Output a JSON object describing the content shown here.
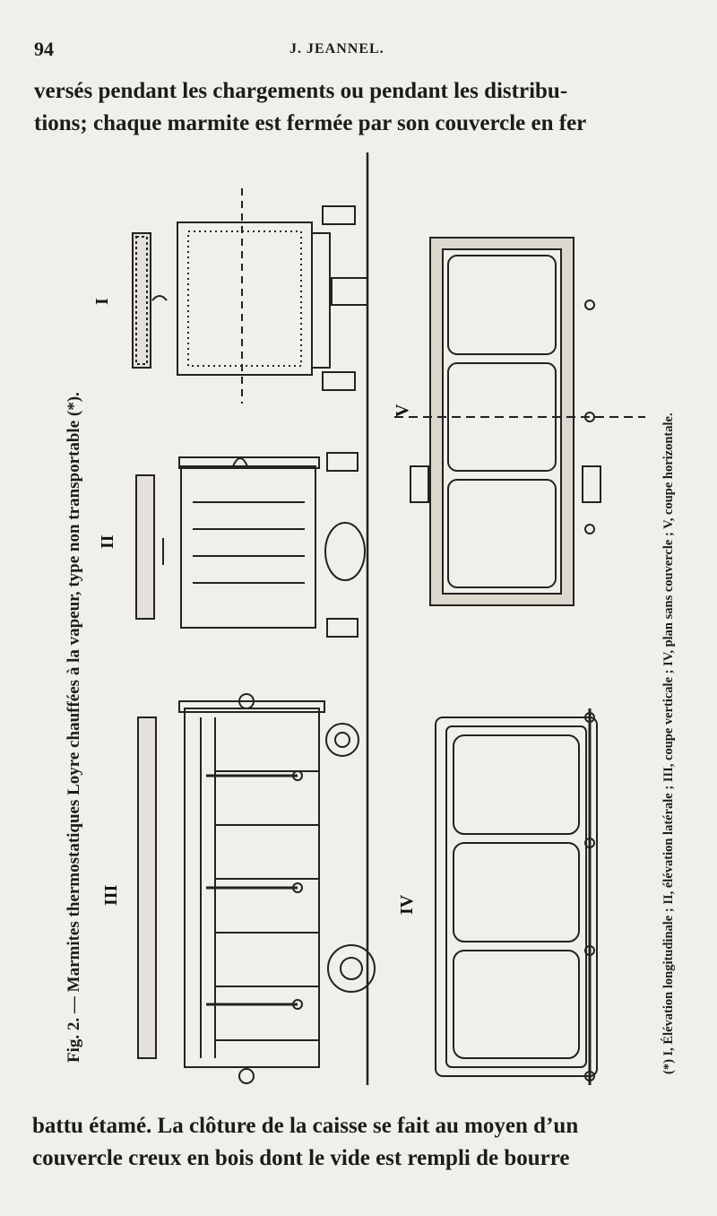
{
  "header": {
    "page_number": "94",
    "running_head": "J. JEANNEL."
  },
  "text_top": {
    "line1": "versés pendant les chargements ou pendant les distribu-",
    "line2": "tions; chaque marmite est fermée par son couvercle en fer"
  },
  "figure": {
    "caption": "Fig. 2. — Marmites thermostatiques Loyre chauffées à la vapeur, type non transportable (*).",
    "labels": {
      "l1": "I",
      "l2": "II",
      "l3": "III",
      "l4": "IV",
      "l5": "V"
    },
    "footnote": "(*) I, Élévation longitudinale ; II, élévation latérale ; III, coupe verticale ; IV, plan sans couvercle ; V, coupe horizontale."
  },
  "text_bottom": {
    "line1": "battu étamé. La clôture de la caisse se fait au moyen d’un",
    "line2": "couvercle creux en bois dont le vide est rempli de bourre"
  }
}
